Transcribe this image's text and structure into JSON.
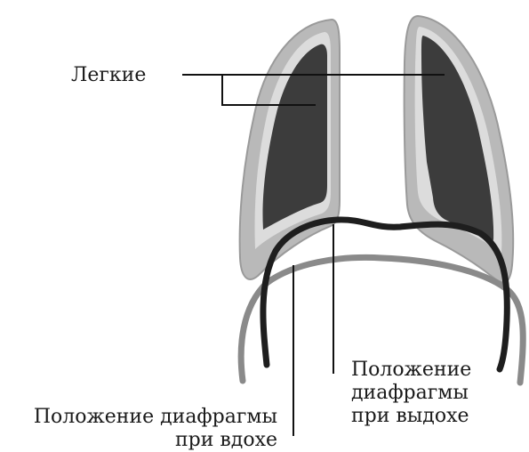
{
  "labels": {
    "lungs": "Легкие",
    "exhale": [
      "Положение",
      "диафрагмы",
      "при выдохе"
    ],
    "inhale": [
      "Положение диафрагмы",
      "при вдохе"
    ]
  },
  "colors": {
    "lung_tissue_outer": "#b9b9b9",
    "lung_tissue_inner": "#d4d4d4",
    "lung_dark": "#3c3c3c",
    "diaphragm_exhale": "#1e1e1e",
    "diaphragm_inhale": "#8a8a8a",
    "leader_lines": "#111111"
  }
}
